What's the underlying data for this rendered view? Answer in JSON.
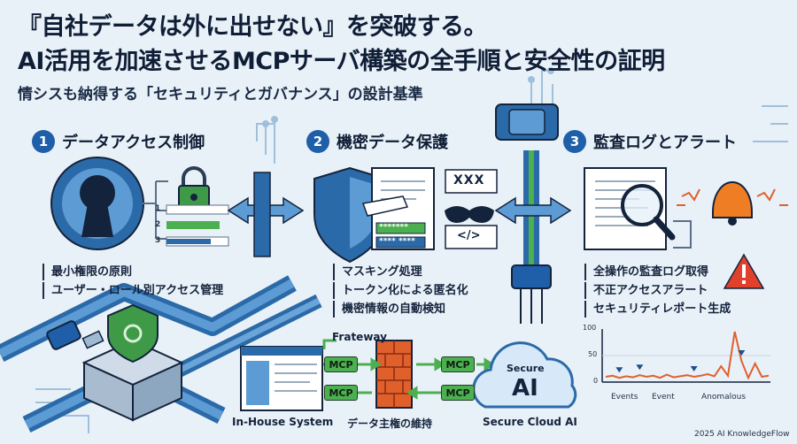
{
  "title_line1": "『自社データは外に出せない』を突破する。",
  "title_line2": "AI活用を加速させるMCPサーバ構築の全手順と安全性の証明",
  "subtitle": "情シスも納得する「セキュリティとガバナンス」の設計基準",
  "sections": [
    {
      "num": "1",
      "title": "データアクセス制御",
      "items": [
        "最小権限の原則",
        "ユーザー・ロール別アクセス管理"
      ]
    },
    {
      "num": "2",
      "title": "機密データ保護",
      "items": [
        "マスキング処理",
        "トークン化による匿名化",
        "機密情報の自動検知"
      ]
    },
    {
      "num": "3",
      "title": "監査ログとアラート",
      "items": [
        "全操作の監査ログ取得",
        "不正アクセスアラート",
        "セキュリティレポート生成"
      ]
    }
  ],
  "roles": [
    "1",
    "2",
    "3"
  ],
  "masked_text": "XXX",
  "masked_stars_1": "*******",
  "masked_stars_2": "**** ****",
  "code_glyph": "</>",
  "flow": {
    "gateway_label": "Frateway",
    "mcp_label": "MCP",
    "inhouse_label": "In-House System",
    "sovereignty_label": "データ主権の維持",
    "cloud_top": "Secure",
    "cloud_ai": "AI",
    "cloud_label": "Secure Cloud AI"
  },
  "chart_data": {
    "type": "line",
    "y_ticks": [
      "100",
      "50",
      "0"
    ],
    "ylim": [
      0,
      100
    ],
    "x_labels": [
      "Events",
      "Event",
      "Anomalous"
    ],
    "values": [
      10,
      12,
      8,
      11,
      9,
      13,
      10,
      12,
      8,
      14,
      9,
      11,
      13,
      10,
      12,
      15,
      11,
      30,
      12,
      95,
      40,
      8,
      35,
      10,
      12
    ],
    "markers": [
      2,
      5,
      13,
      20
    ],
    "colors": {
      "line": "#e0602c",
      "marker": "#1f4f8f"
    }
  },
  "footer": "2025 AI KnowledgeFlow"
}
